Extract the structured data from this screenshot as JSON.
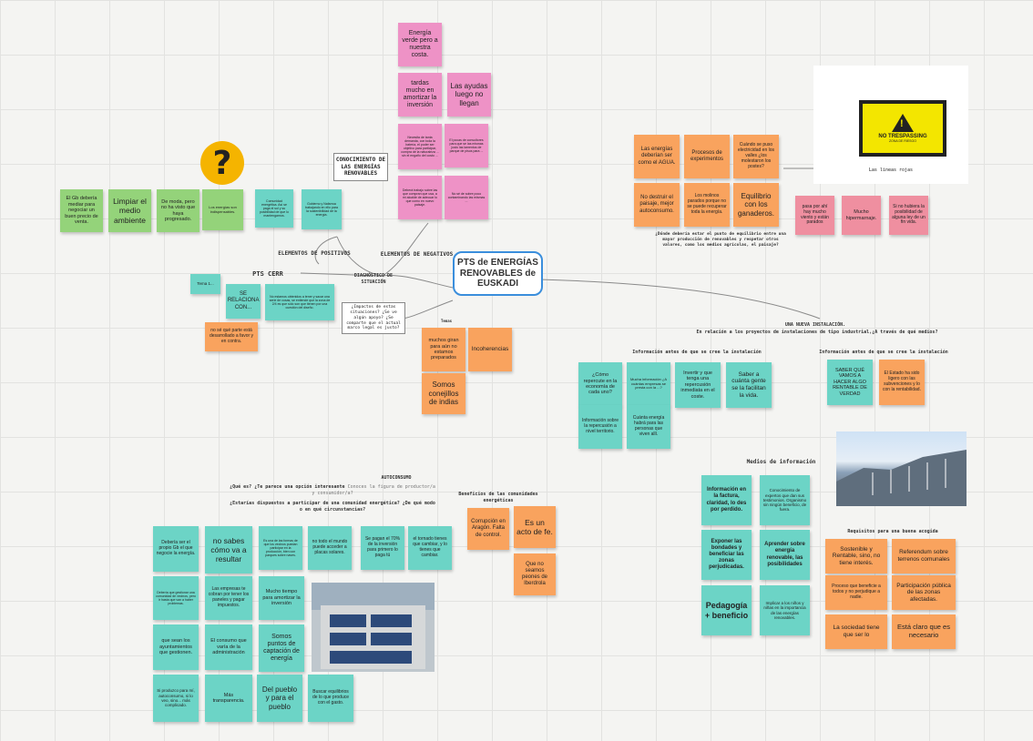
{
  "title": {
    "line1": "PTS de ENERGÍAS",
    "line2": "RENOVABLES de",
    "line3": "EUSKADI"
  },
  "headings": {
    "conocimiento": "CONOCIMIENTO DE LAS ENERGÍAS RENOVABLES",
    "positivos": "ELEMENTOS DE POSITIVOS",
    "negativos": "ELEMENTOS DE NEGATIVOS",
    "diagnostico": "DIAGNÓSTICO DE SITUACIÓN",
    "diagnostico_q": "¿Impactos de estas situaciones? ¿Se ve algún apoyo? ¿Se comparte que el actual marco legal es justo?",
    "pts": "PTS CERR",
    "nueva": "UNA NUEVA INSTALACIÓN.",
    "nueva_q": "En relación a los proyectos de instalaciones de tipo industrial,¿A través de qué medios?",
    "info_antes_1": "Información antes de que se cree la instalación",
    "info_antes_2": "Información antes de que se cree la instalación",
    "medios": "Medios de información",
    "requisitos": "Requisitos para una buena acogida",
    "equilibrio": "¿Dónde debería estar el punto de equilibrio entre una mayor producción de renovables y respetar otros valores, como los medios agrícolas, el paisaje?",
    "autoconsumo": "AUTOCONSUMO",
    "autoconsumo_q1": "¿Qué es? ¿Te parece una opción interesante",
    "autoconsumo_q1b": "Conoces la figura de productor/a y consumidor/a?",
    "autoconsumo_q2": "¿Estarías dispuestos a participar de una comunidad energética? ¿De qué modo o en qué circunstancias?",
    "beneficios": "Beneficios de las comunidades energéticas",
    "temas": "Temas",
    "caption_sign": "Las lineas rojas"
  },
  "sign": {
    "text": "NO TRESPASSING",
    "small": "ZONA DE RIESGO"
  },
  "notes": {
    "p1": "Energía verde pero a nuestra costa.",
    "p2": "tardas mucho en amortizar la inversión",
    "p3": "Las ayudas luego no llegan",
    "p4": "Necesita de tanta demanda, con toda la batería, el poder ser objetivo para participar, compra de la naturaleza ... sin el engaño del costo ...",
    "p5": "El pocas de consultores para que se las mismas justo las lamentos de parque de pisos para ...",
    "p6": "Deberá trabajo sobre las que compran que usa, a mi alcalde de adecuar lo que como en nuevo paisaje.",
    "p7": "No sé de sobre poco contaminando las mismas ...",
    "g1": "El Gb debería mediar para negociar un buen precio de venta.",
    "g2": "Limpiar el medio ambiente",
    "g3": "De moda, pero no ha visto que haya progresado.",
    "g4": "Los energías son indispensables.",
    "tq1": "Comunidad energética. Así se paga el sol y su posibilidad de que lo mantengamos.",
    "tq2": "Gobierno y Nafarroa trabajando en ello para la sostenibilidad de la energía.",
    "tp1": "Tema 1...",
    "tp2": "SE RELACIONA CON...",
    "tp3": "No estamos obtenidos a tener y sacar una serie de cosas, se entiende que la zona de 2/4 es que sólo son que tienen por una cuestión del diseño.",
    "op1": "no sé qué parte está desarrollado a favor y en contra.",
    "om1": "muchos giran para aún no estamos preparados",
    "om2": "Incoherencias",
    "om3": "Somos conejillos de indias",
    "e1": "Las energías deberían ser como el AGUA.",
    "e2": "Procesos de experimentos",
    "e3": "Cuándo se puso electricidad en los valles ¿los molestaron los postes?",
    "e4": "No destruir el paisaje, mejor autoconsumo.",
    "e5": "Los molinos parados porque no se puede recuperar toda la energía.",
    "e6": "Equilibrio con los ganaderos.",
    "rr1": "pasa por ahí hay mucho viento y están parados",
    "rr2": "Mucho hipermarnaje.",
    "rr3": "Si no hubiera la posibilidad de alguna ley de un fin vida.",
    "ia1": "¿Cómo repercute en la economía de cada uno?",
    "ia2": "Mucha información ¿A cuántas empresas se presta con la ...?",
    "ia3": "Invertir y que tenga una repercusión inmediata en el coste.",
    "ia4": "Saber a cuánta gente se la facilitan la vida.",
    "ia5": "Información sobre la repercusión a nivel territorio.",
    "ia6": "Cuánta energía habrá para las personas que viven allí.",
    "ib1": "SABER QUÉ VAMOS A HACER ALGO RENTABLE DE VERDAD",
    "ib2": "El Estado ha sido ligero con las subvenciones y lo con la rentabilidad.",
    "m1": "Información en la factura, claridad, lo des por perdido.",
    "m2": "Conocimiento de expertos que dan sus testimonios. Organismo sin ningún beneficio, de fuera.",
    "m3": "Exponer las bondades y beneficiar las zonas perjudicadas.",
    "m4": "Aprender sobre energía renovable, las posibilidades",
    "m5": "Pedagogía + beneficio",
    "m6": "Implicar a los niños y niñas en la importancia de las energías renovables.",
    "r1": "Sostenible y Rentable, sino, no tiene interés.",
    "r2": "Referendum sobre terrenos comunales",
    "r3": "Proceso que beneficie a todos y no perjudique a nadie.",
    "r4": "Participación pública de las zonas afectadas.",
    "r5": "La sociedad tiene que ser lo",
    "r6": "Está claro que es necesario",
    "a1": "Debería ser el propio Gb el que negocie la energía.",
    "a2": "no sabes cómo va a resultar",
    "a3": "Es una de las formas de que los vecinos puedan participar en la producción, bien con parques sobre naves.",
    "a4": "no todo el mundo puede acceder a placas solares.",
    "a5": "Se pagan el 70% de la inversión para primero lo paga tú",
    "a6": "el tornado tienes que cambiar, y lo tienes que cambiar.",
    "a7": "Debería que gestionar una comunidad de vecinos, pero ir hasta que van a haber problemas.",
    "a8": "Las empresas te cobran por tener los paneles y pagar impuestos.",
    "a9": "Mucho tiempo para amortizar la inversión",
    "a10": "que sean los ayuntamientos que gestionen.",
    "a11": "El consumo que varía de la administración",
    "a12": "Somos puntos de captación de energía",
    "a13": "Si produzco para mí, autoconsumo, si lo veo, sino... más complicado.",
    "a14": "Más transparencia.",
    "a15": "Del pueblo y para el pueblo",
    "a16": "Buscar equilibrios de lo que produce con el gasto.",
    "b1": "Corrupción en Aragón. Falta de control.",
    "b2": "Es un acto de fe.",
    "b3": "Que no seamos peones de Iberdrola"
  }
}
